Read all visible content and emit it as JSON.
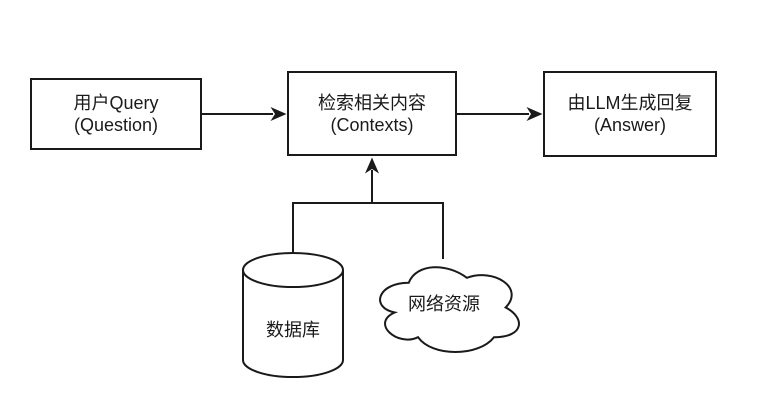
{
  "colors": {
    "background": "#ffffff",
    "stroke": "#1a1a1a",
    "text": "#1a1a1a",
    "shape_fill": "#ffffff"
  },
  "nodes": {
    "query_box": {
      "line1": "用户Query",
      "line2": "(Question)"
    },
    "retrieve_box": {
      "line1": "检索相关内容",
      "line2": "(Contexts)"
    },
    "answer_box": {
      "line1": "由LLM生成回复",
      "line2": "(Answer)"
    },
    "database": {
      "label": "数据库"
    },
    "web": {
      "label": "网络资源"
    }
  }
}
